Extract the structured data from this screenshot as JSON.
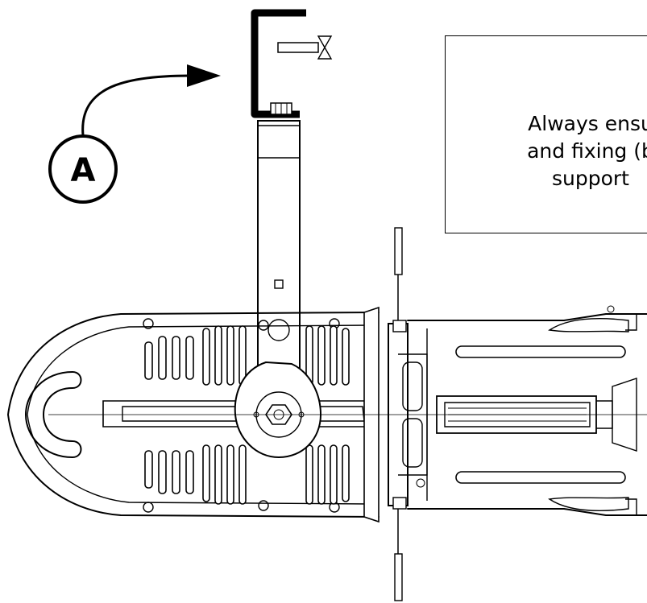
{
  "callout": {
    "letter": "A"
  },
  "note": {
    "lines": [
      "Always ensu",
      "and fixing (b",
      "support"
    ]
  }
}
